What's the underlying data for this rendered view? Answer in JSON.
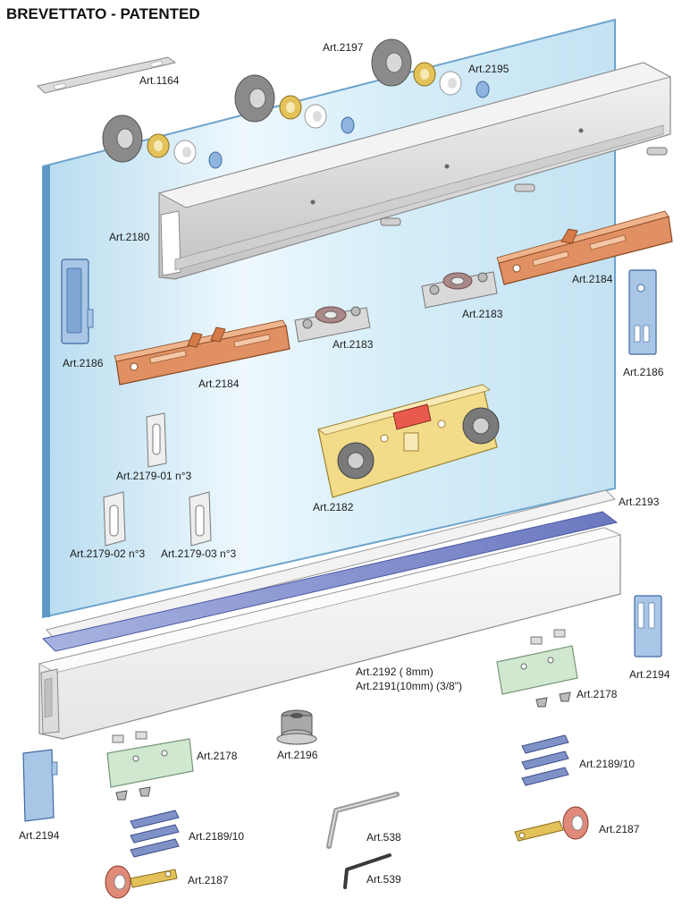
{
  "title": "BREVETTATO - PATENTED",
  "labels": {
    "art1164": "Art.1164",
    "art2197": "Art.2197",
    "art2195": "Art.2195",
    "art2180": "Art.2180",
    "art2184_right": "Art.2184",
    "art2183_right": "Art.2183",
    "art2186_left": "Art.2186",
    "art2183_left": "Art.2183",
    "art2186_right": "Art.2186",
    "art2184_left": "Art.2184",
    "art2179_01": "Art.2179-01 n°3",
    "art2182": "Art.2182",
    "art2193": "Art.2193",
    "art2179_02": "Art.2179-02 n°3",
    "art2179_03": "Art.2179-03 n°3",
    "art2194_right": "Art.2194",
    "art2192": "Art.2192 ( 8mm)",
    "art2191": "Art.2191(10mm) (3/8\")",
    "art2178_right": "Art.2178",
    "art2178_left": "Art.2178",
    "art2196": "Art.2196",
    "art2189_right": "Art.2189/10",
    "art2194_left": "Art.2194",
    "art2189_left": "Art.2189/10",
    "art538": "Art.538",
    "art2187_right": "Art.2187",
    "art539": "Art.539",
    "art2187_left": "Art.2187"
  },
  "colors": {
    "glass": "#cfe9f6",
    "glass_edge": "#7fb3d6",
    "aluminium": "#e3e3e3",
    "carriage_orange": "#e09063",
    "roller_yellow": "#f2dc8a",
    "guide_green": "#cfe8cf",
    "plate_blue": "#a9c6e6",
    "brass": "#e3c25a"
  }
}
